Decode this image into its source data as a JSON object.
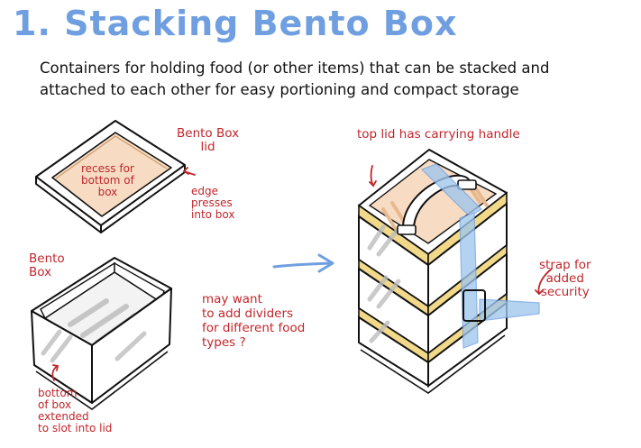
{
  "title": "1. Stacking Bento Box",
  "description": {
    "line1": "Containers for holding food (or other items) that can be stacked and",
    "line2": "attached to each other for easy portioning and compact storage"
  },
  "labels": {
    "bento_box_lid": [
      "Bento Box",
      "lid"
    ],
    "recess": [
      "recess for",
      "bottom of",
      "box"
    ],
    "edge": [
      "edge",
      "presses",
      "into box"
    ],
    "bento_box": [
      "Bento",
      "Box"
    ],
    "dividers": [
      "may want",
      "to add dividers",
      "for different food",
      "types ?"
    ],
    "bottom_extended": [
      "bottom",
      "of box",
      "extended",
      "to slot into lid"
    ],
    "top_lid": "top lid has carrying handle",
    "strap": [
      "strap for",
      "added",
      "security"
    ]
  },
  "colors": {
    "title": "#6f9fe0",
    "annotation": "#c0262c",
    "recess_fill": "#f7dcc3",
    "gold_band": "#f2d98a",
    "strap": "#9fc7ee",
    "arrow": "#6f9fe0",
    "shading": "#bdbdbd"
  }
}
